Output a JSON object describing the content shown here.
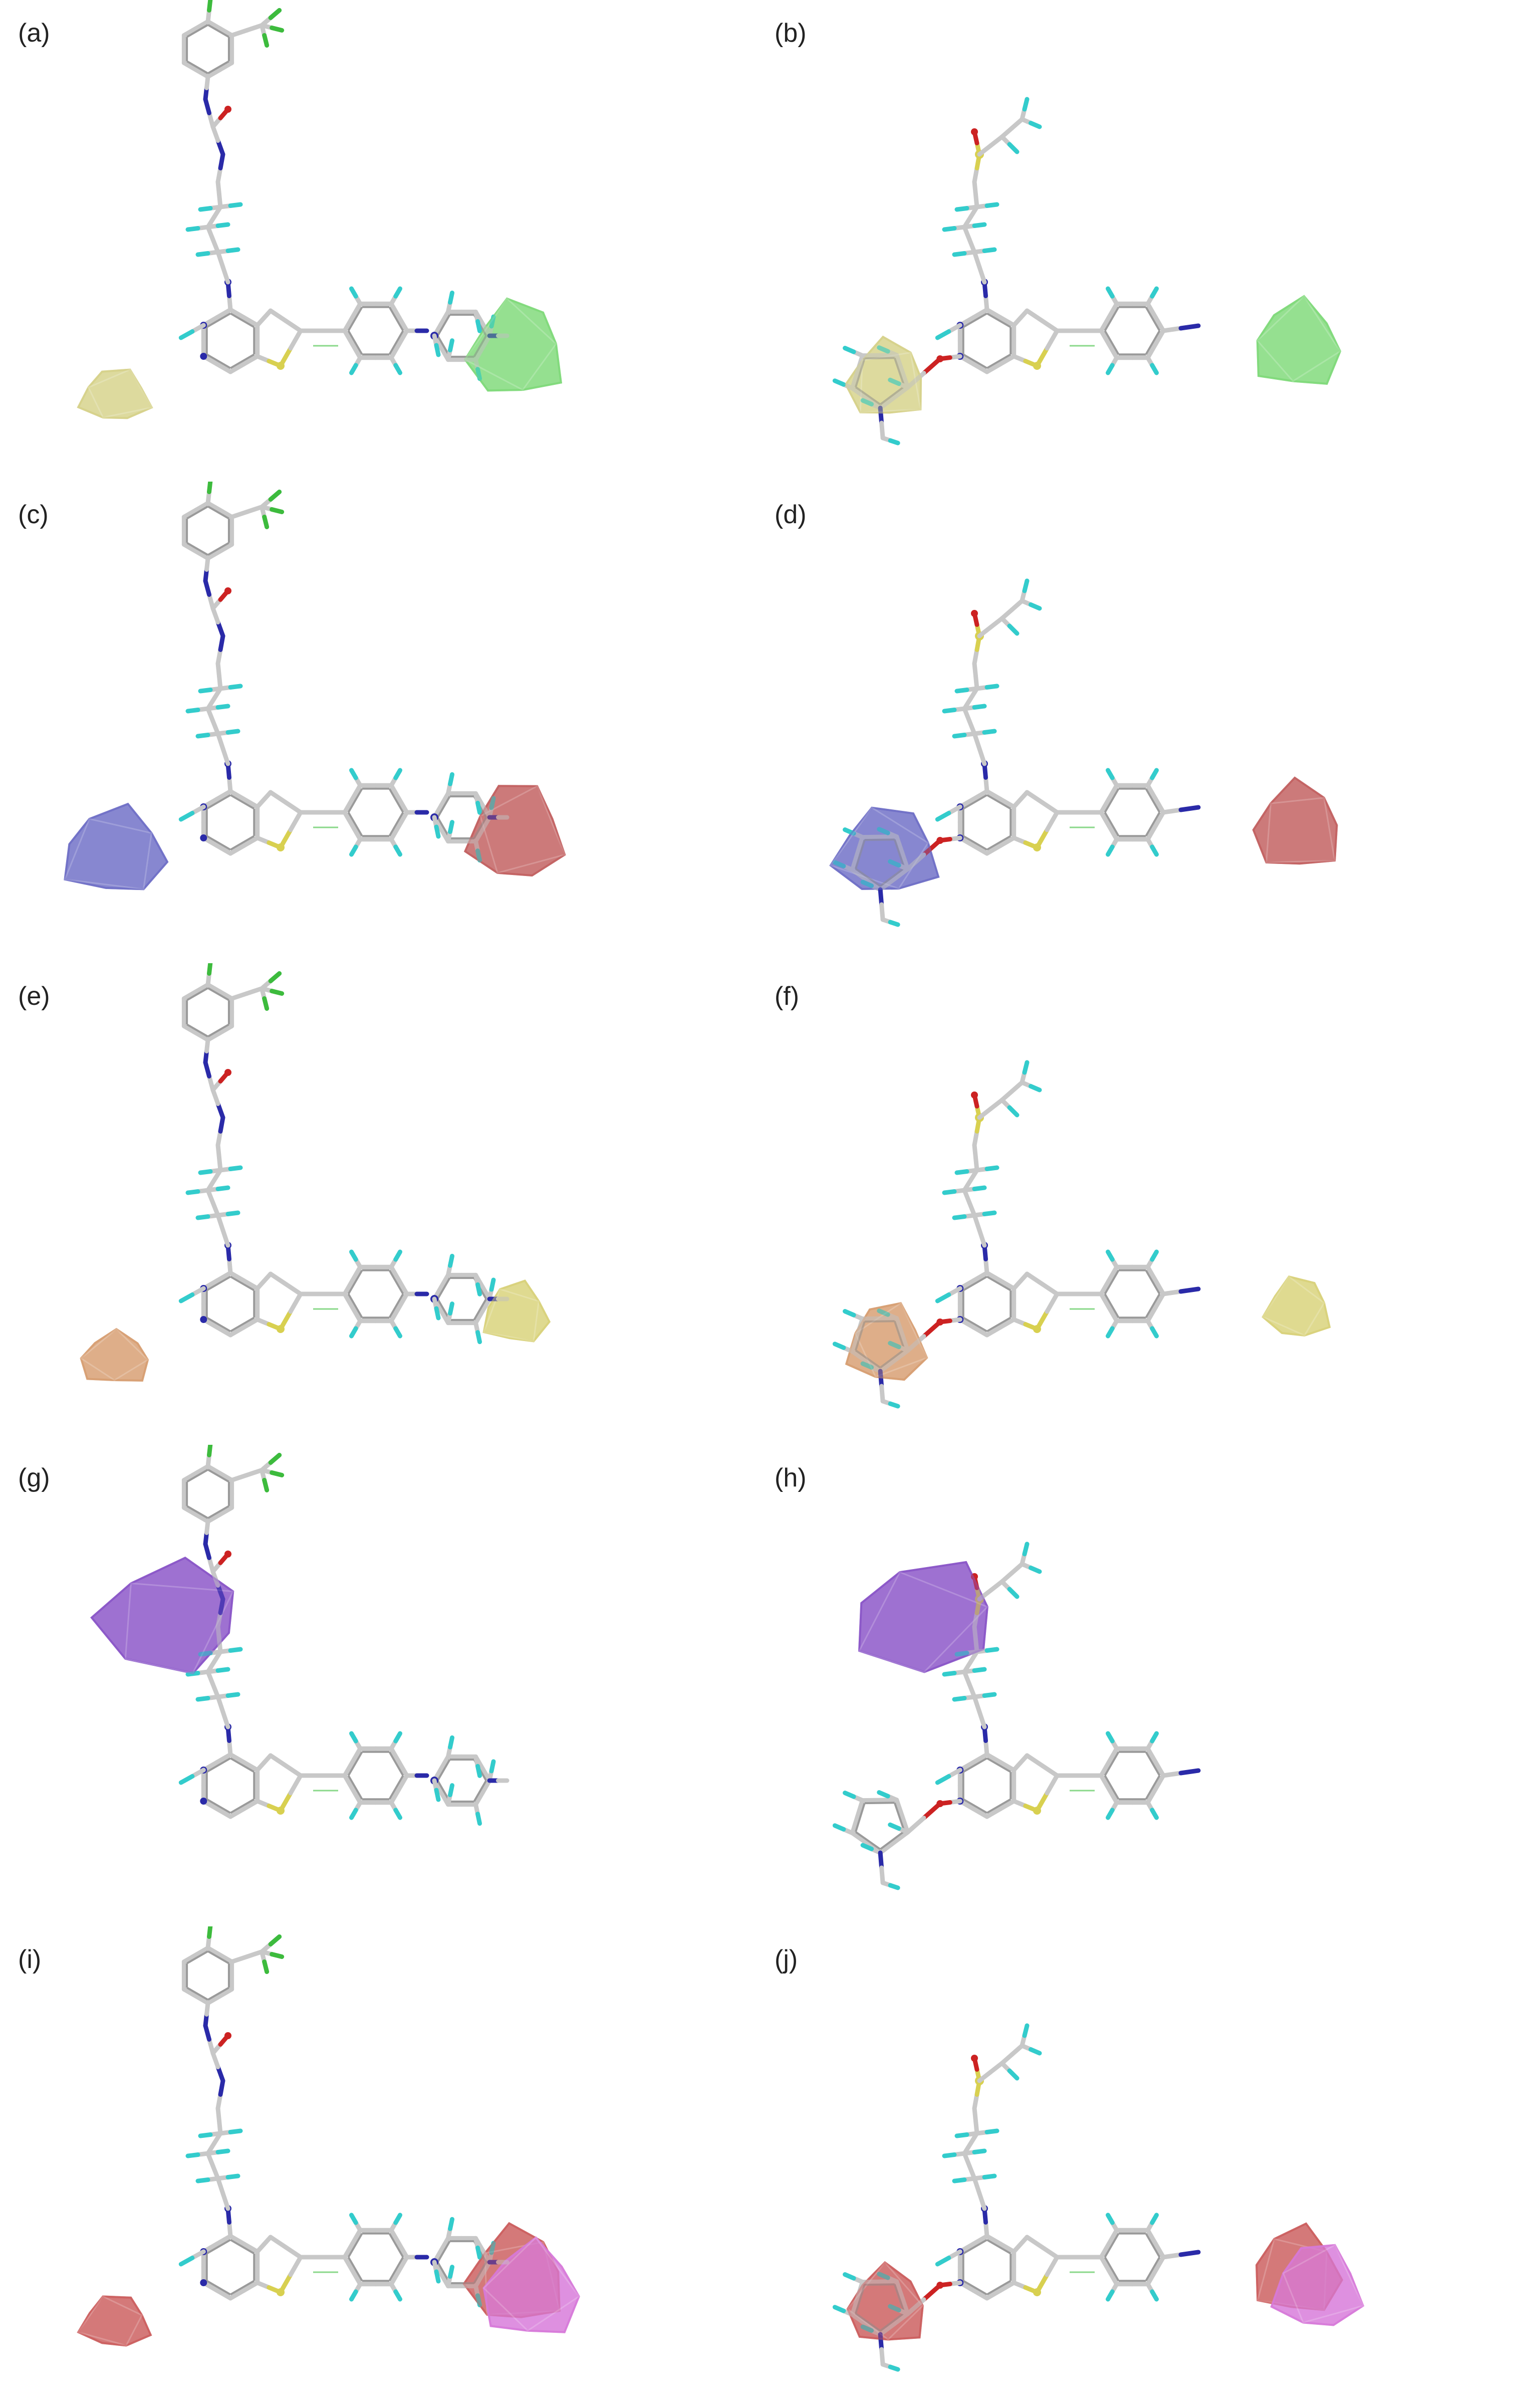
{
  "figure": {
    "panels": [
      {
        "label": "(a)",
        "molecule": "urea",
        "isosurfaces": [
          {
            "region": "left",
            "color": "#d6d28a",
            "kind": "sterics-favored"
          },
          {
            "region": "right",
            "color": "#7fd97a",
            "kind": "sterics-favored-green"
          }
        ]
      },
      {
        "label": "(b)",
        "molecule": "sulfonyl",
        "isosurfaces": [
          {
            "region": "left",
            "color": "#d6d28a",
            "kind": "sterics-favored"
          },
          {
            "region": "right",
            "color": "#7fd97a",
            "kind": "sterics-favored-green"
          }
        ]
      },
      {
        "label": "(c)",
        "molecule": "urea",
        "isosurfaces": [
          {
            "region": "left",
            "color": "#6f6fc6",
            "kind": "electropositive"
          },
          {
            "region": "right",
            "color": "#c26060",
            "kind": "electronegative"
          }
        ]
      },
      {
        "label": "(d)",
        "molecule": "sulfonyl",
        "isosurfaces": [
          {
            "region": "left",
            "color": "#6f6fc6",
            "kind": "electropositive"
          },
          {
            "region": "right",
            "color": "#c26060",
            "kind": "electronegative"
          }
        ]
      },
      {
        "label": "(e)",
        "molecule": "urea",
        "isosurfaces": [
          {
            "region": "left",
            "color": "#d79e72",
            "kind": "hydrophobic"
          },
          {
            "region": "right",
            "color": "#d8d27a",
            "kind": "hydrophilic"
          }
        ]
      },
      {
        "label": "(f)",
        "molecule": "sulfonyl",
        "isosurfaces": [
          {
            "region": "left",
            "color": "#d79e72",
            "kind": "hydrophobic"
          },
          {
            "region": "right",
            "color": "#d8d27a",
            "kind": "hydrophilic"
          }
        ]
      },
      {
        "label": "(g)",
        "molecule": "urea",
        "isosurfaces": [
          {
            "region": "top",
            "color": "#8a55c8",
            "kind": "donor"
          }
        ]
      },
      {
        "label": "(h)",
        "molecule": "sulfonyl",
        "isosurfaces": [
          {
            "region": "top",
            "color": "#8a55c8",
            "kind": "donor"
          }
        ]
      },
      {
        "label": "(i)",
        "molecule": "urea",
        "isosurfaces": [
          {
            "region": "left",
            "color": "#cc5e5e",
            "kind": "acceptor"
          },
          {
            "region": "right",
            "color": "#cc5e5e",
            "kind": "acceptor"
          },
          {
            "region": "right",
            "color": "#d77ad9",
            "kind": "acceptor-magenta"
          }
        ]
      },
      {
        "label": "(j)",
        "molecule": "sulfonyl",
        "isosurfaces": [
          {
            "region": "left",
            "color": "#cc5e5e",
            "kind": "acceptor"
          },
          {
            "region": "right",
            "color": "#cc5e5e",
            "kind": "acceptor"
          },
          {
            "region": "right",
            "color": "#d77ad9",
            "kind": "acceptor-magenta"
          }
        ]
      }
    ]
  },
  "atom_colors": {
    "carbon": "#c8c8c8",
    "hydrogen": "#33cccc",
    "nitrogen": "#2a2aa8",
    "oxygen": "#cc2222",
    "sulfur": "#d8d050",
    "fluorine": "#3dbb3d",
    "chlorine": "#3dbb3d"
  }
}
